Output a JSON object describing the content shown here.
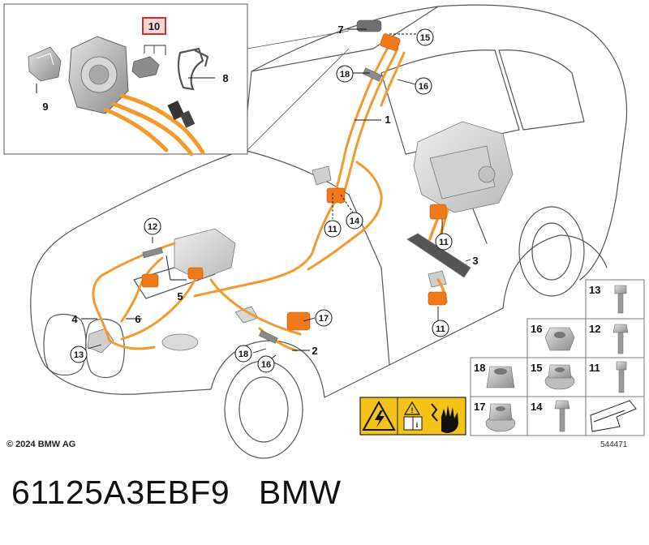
{
  "copyright": "© 2024 BMW AG",
  "reference_number": "544471",
  "part_number": "61125A3EBF9",
  "brand": "BMW",
  "inset": {
    "highlighted_label": "10",
    "labels": [
      "9",
      "8"
    ]
  },
  "callouts": {
    "plain": [
      "7",
      "1",
      "3",
      "4",
      "6",
      "5",
      "2"
    ],
    "circled": [
      "15",
      "16",
      "18",
      "11",
      "14",
      "12",
      "17",
      "13"
    ]
  },
  "parts_grid": {
    "cells": [
      "13",
      "16",
      "12",
      "18",
      "15",
      "11",
      "17",
      "14"
    ]
  },
  "colors": {
    "cable_orange": "#f29a2e",
    "highlight_red": "#d9282f",
    "warning_yellow": "#f3c318",
    "outline_gray": "#555555"
  },
  "icons": [
    "high-voltage-warning-icon",
    "read-manual-icon",
    "no-touch-hand-icon",
    "shop-arrow-icon"
  ]
}
